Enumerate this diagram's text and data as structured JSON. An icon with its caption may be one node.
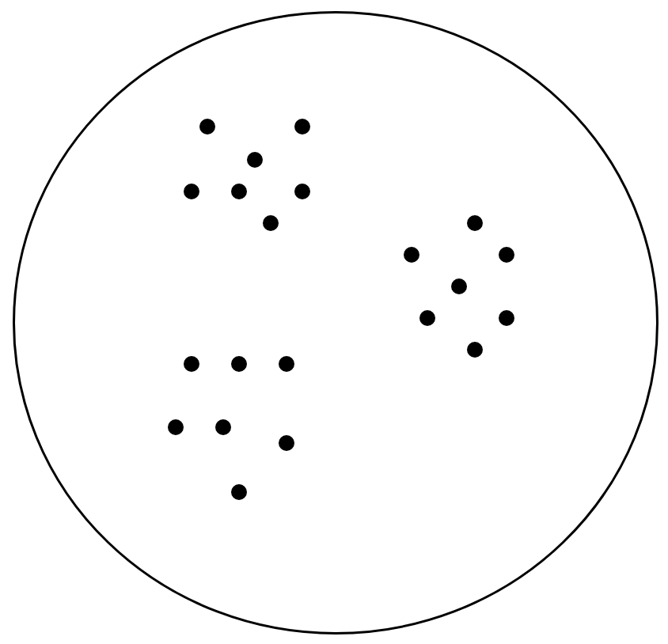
{
  "diagram": {
    "nodes": [
      {
        "text": [],
        "shape": "circle"
      },
      {
        "text": [],
        "shape": "circle",
        "in": 0
      },
      {
        "text": [],
        "shape": "circle",
        "in": 0
      },
      {
        "text": [],
        "shape": "circle",
        "in": 0
      },
      {
        "text": [],
        "shape": "circle",
        "in": 0
      },
      {
        "text": [],
        "shape": "circle",
        "in": 0
      },
      {
        "text": [],
        "shape": "circle",
        "in": 0
      },
      {
        "text": [],
        "shape": "circle",
        "in": 0
      },
      {
        "text": [],
        "shape": "circle",
        "in": 0
      },
      {
        "text": [],
        "shape": "circle",
        "in": 0
      },
      {
        "text": [],
        "shape": "circle",
        "in": 0
      },
      {
        "text": [],
        "shape": "circle",
        "in": 0
      },
      {
        "text": [],
        "shape": "circle",
        "in": 0
      },
      {
        "text": [],
        "shape": "circle",
        "in": 0
      },
      {
        "text": [],
        "shape": "circle",
        "in": 0
      },
      {
        "text": [],
        "shape": "circle",
        "in": 0
      },
      {
        "text": [],
        "shape": "circle",
        "in": 0
      },
      {
        "text": [],
        "shape": "circle",
        "in": 0
      },
      {
        "text": [],
        "shape": "circle",
        "in": 0
      },
      {
        "text": [],
        "shape": "circle",
        "in": 0
      },
      {
        "text": [],
        "shape": "circle",
        "in": 0
      },
      {
        "text": [],
        "shape": "circle",
        "in": 0
      }
    ]
  }
}
